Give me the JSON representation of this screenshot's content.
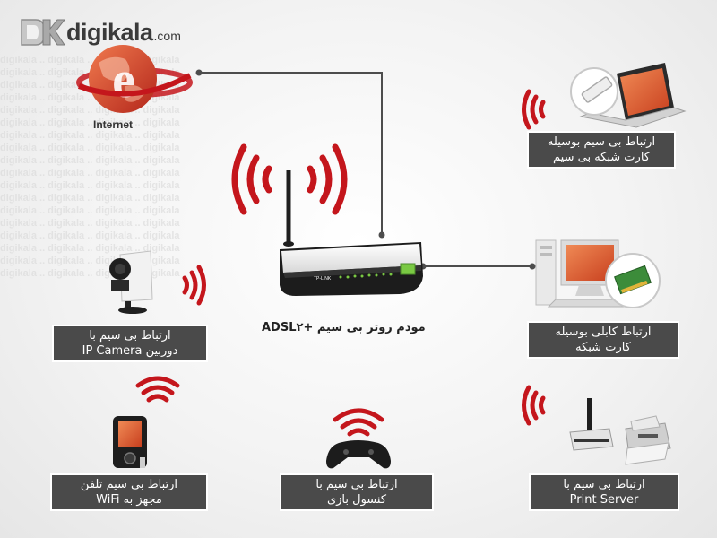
{
  "logo": {
    "brand": "digikala",
    "tld": ".com"
  },
  "watermark_text": "digikala",
  "internet": {
    "label": "Internet"
  },
  "router": {
    "caption": "مودم روتر بی سیم +ADSL۲",
    "brand_mark": "TP-LINK"
  },
  "devices": [
    {
      "id": "laptop",
      "lines": [
        "ارتباط بی سیم بوسیله",
        "کارت شبکه بی سیم"
      ]
    },
    {
      "id": "desktop",
      "lines": [
        "ارتباط کابلی بوسیله",
        "کارت شبکه"
      ]
    },
    {
      "id": "print-server",
      "lines": [
        "ارتباط بی سیم با",
        "Print Server"
      ]
    },
    {
      "id": "console",
      "lines": [
        "ارتباط بی سیم با",
        "کنسول بازی"
      ]
    },
    {
      "id": "phone",
      "lines": [
        "ارتباط بی سیم تلفن",
        "مجهز به WiFi"
      ]
    },
    {
      "id": "ip-camera",
      "lines": [
        "ارتباط بی سیم با",
        "دوربین IP Camera"
      ]
    }
  ],
  "colors": {
    "signal": "#c4161c",
    "label_bg": "#4a4a4a",
    "connector": "#4d4d4d",
    "screen": "#e0552b"
  }
}
